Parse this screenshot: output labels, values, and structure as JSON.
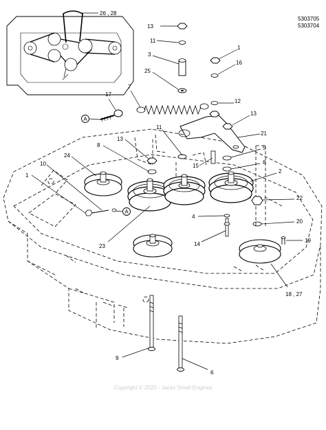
{
  "part_numbers": [
    "5303705",
    "5303704"
  ],
  "copyright": "Copyright © 2020 - Jacks Small Engines",
  "callouts": {
    "c_26_28": "26 , 28",
    "c_13a": "13",
    "c_11a": "11",
    "c_3": "3",
    "c_25": "25",
    "c_1a": "1",
    "c_16": "16",
    "c_7": "7",
    "c_17": "17",
    "c_12": "12",
    "c_13b": "13",
    "c_21": "21",
    "c_11b": "11",
    "c_13c": "13",
    "c_8a": "8",
    "c_5": "5",
    "c_24": "24",
    "c_10": "10",
    "c_15": "15",
    "c_8b": "8",
    "c_2": "2",
    "c_1b": "1",
    "c_22": "22",
    "c_4": "4",
    "c_20": "20",
    "c_23": "23",
    "c_14": "14",
    "c_19": "19",
    "c_18_27": "18 , 27",
    "c_9": "9",
    "c_6": "6",
    "c_A1": "A",
    "c_A2": "A"
  }
}
